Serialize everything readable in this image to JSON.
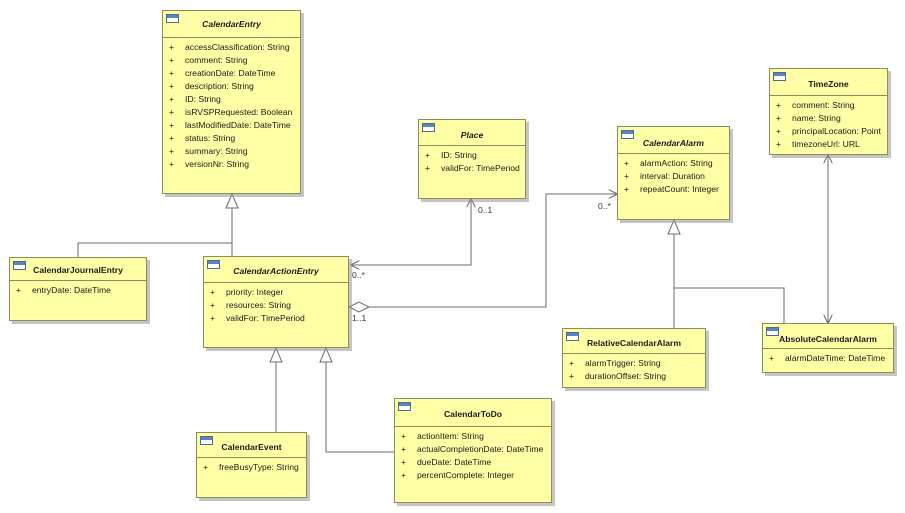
{
  "classes": {
    "calendar_entry": {
      "name": "CalendarEntry",
      "abstract": true,
      "attributes": [
        {
          "vis": "+",
          "text": "accessClassification: String"
        },
        {
          "vis": "+",
          "text": "comment: String"
        },
        {
          "vis": "+",
          "text": "creationDate: DateTime"
        },
        {
          "vis": "+",
          "text": "description: String"
        },
        {
          "vis": "+",
          "text": "ID: String"
        },
        {
          "vis": "+",
          "text": "isRVSPRequested: Boolean"
        },
        {
          "vis": "+",
          "text": "lastModifiedDate: DateTime"
        },
        {
          "vis": "+",
          "text": "status: String"
        },
        {
          "vis": "+",
          "text": "summary: String"
        },
        {
          "vis": "+",
          "text": "versionNr: String"
        }
      ]
    },
    "calendar_journal_entry": {
      "name": "CalendarJournalEntry",
      "abstract": false,
      "attributes": [
        {
          "vis": "+",
          "text": "entryDate: DateTime"
        }
      ]
    },
    "calendar_action_entry": {
      "name": "CalendarActionEntry",
      "abstract": true,
      "attributes": [
        {
          "vis": "+",
          "text": "priority: Integer"
        },
        {
          "vis": "+",
          "text": "resources: String"
        },
        {
          "vis": "+",
          "text": "validFor: TimePeriod"
        }
      ]
    },
    "place": {
      "name": "Place",
      "abstract": true,
      "attributes": [
        {
          "vis": "+",
          "text": "ID: String"
        },
        {
          "vis": "+",
          "text": "validFor: TimePeriod"
        }
      ]
    },
    "calendar_alarm": {
      "name": "CalendarAlarm",
      "abstract": true,
      "attributes": [
        {
          "vis": "+",
          "text": "alarmAction: String"
        },
        {
          "vis": "+",
          "text": "interval: Duration"
        },
        {
          "vis": "+",
          "text": "repeatCount: Integer"
        }
      ]
    },
    "time_zone": {
      "name": "TimeZone",
      "abstract": false,
      "attributes": [
        {
          "vis": "+",
          "text": "comment: String"
        },
        {
          "vis": "+",
          "text": "name: String"
        },
        {
          "vis": "+",
          "text": "principalLocation: Point"
        },
        {
          "vis": "+",
          "text": "timezoneUrl: URL"
        }
      ]
    },
    "relative_calendar_alarm": {
      "name": "RelativeCalendarAlarm",
      "abstract": false,
      "attributes": [
        {
          "vis": "+",
          "text": "alarmTrigger: String"
        },
        {
          "vis": "+",
          "text": "durationOffset: String"
        }
      ]
    },
    "absolute_calendar_alarm": {
      "name": "AbsoluteCalendarAlarm",
      "abstract": false,
      "attributes": [
        {
          "vis": "+",
          "text": "alarmDateTime: DateTime"
        }
      ]
    },
    "calendar_event": {
      "name": "CalendarEvent",
      "abstract": false,
      "attributes": [
        {
          "vis": "+",
          "text": "freeBusyType: String"
        }
      ]
    },
    "calendar_todo": {
      "name": "CalendarToDo",
      "abstract": false,
      "attributes": [
        {
          "vis": "+",
          "text": "actionItem: String"
        },
        {
          "vis": "+",
          "text": "actualCompletionDate: DateTime"
        },
        {
          "vis": "+",
          "text": "dueDate: DateTime"
        },
        {
          "vis": "+",
          "text": "percentComplete: Integer"
        }
      ]
    }
  },
  "multiplicities": {
    "place_end": "0..1",
    "action_entry_place_end": "0..*",
    "alarm_end": "0..*",
    "action_entry_alarm_end": "1..1"
  },
  "colors": {
    "class_fill": "#ffffa6",
    "class_border": "#8c8c5a",
    "line": "#6b6b6b"
  }
}
